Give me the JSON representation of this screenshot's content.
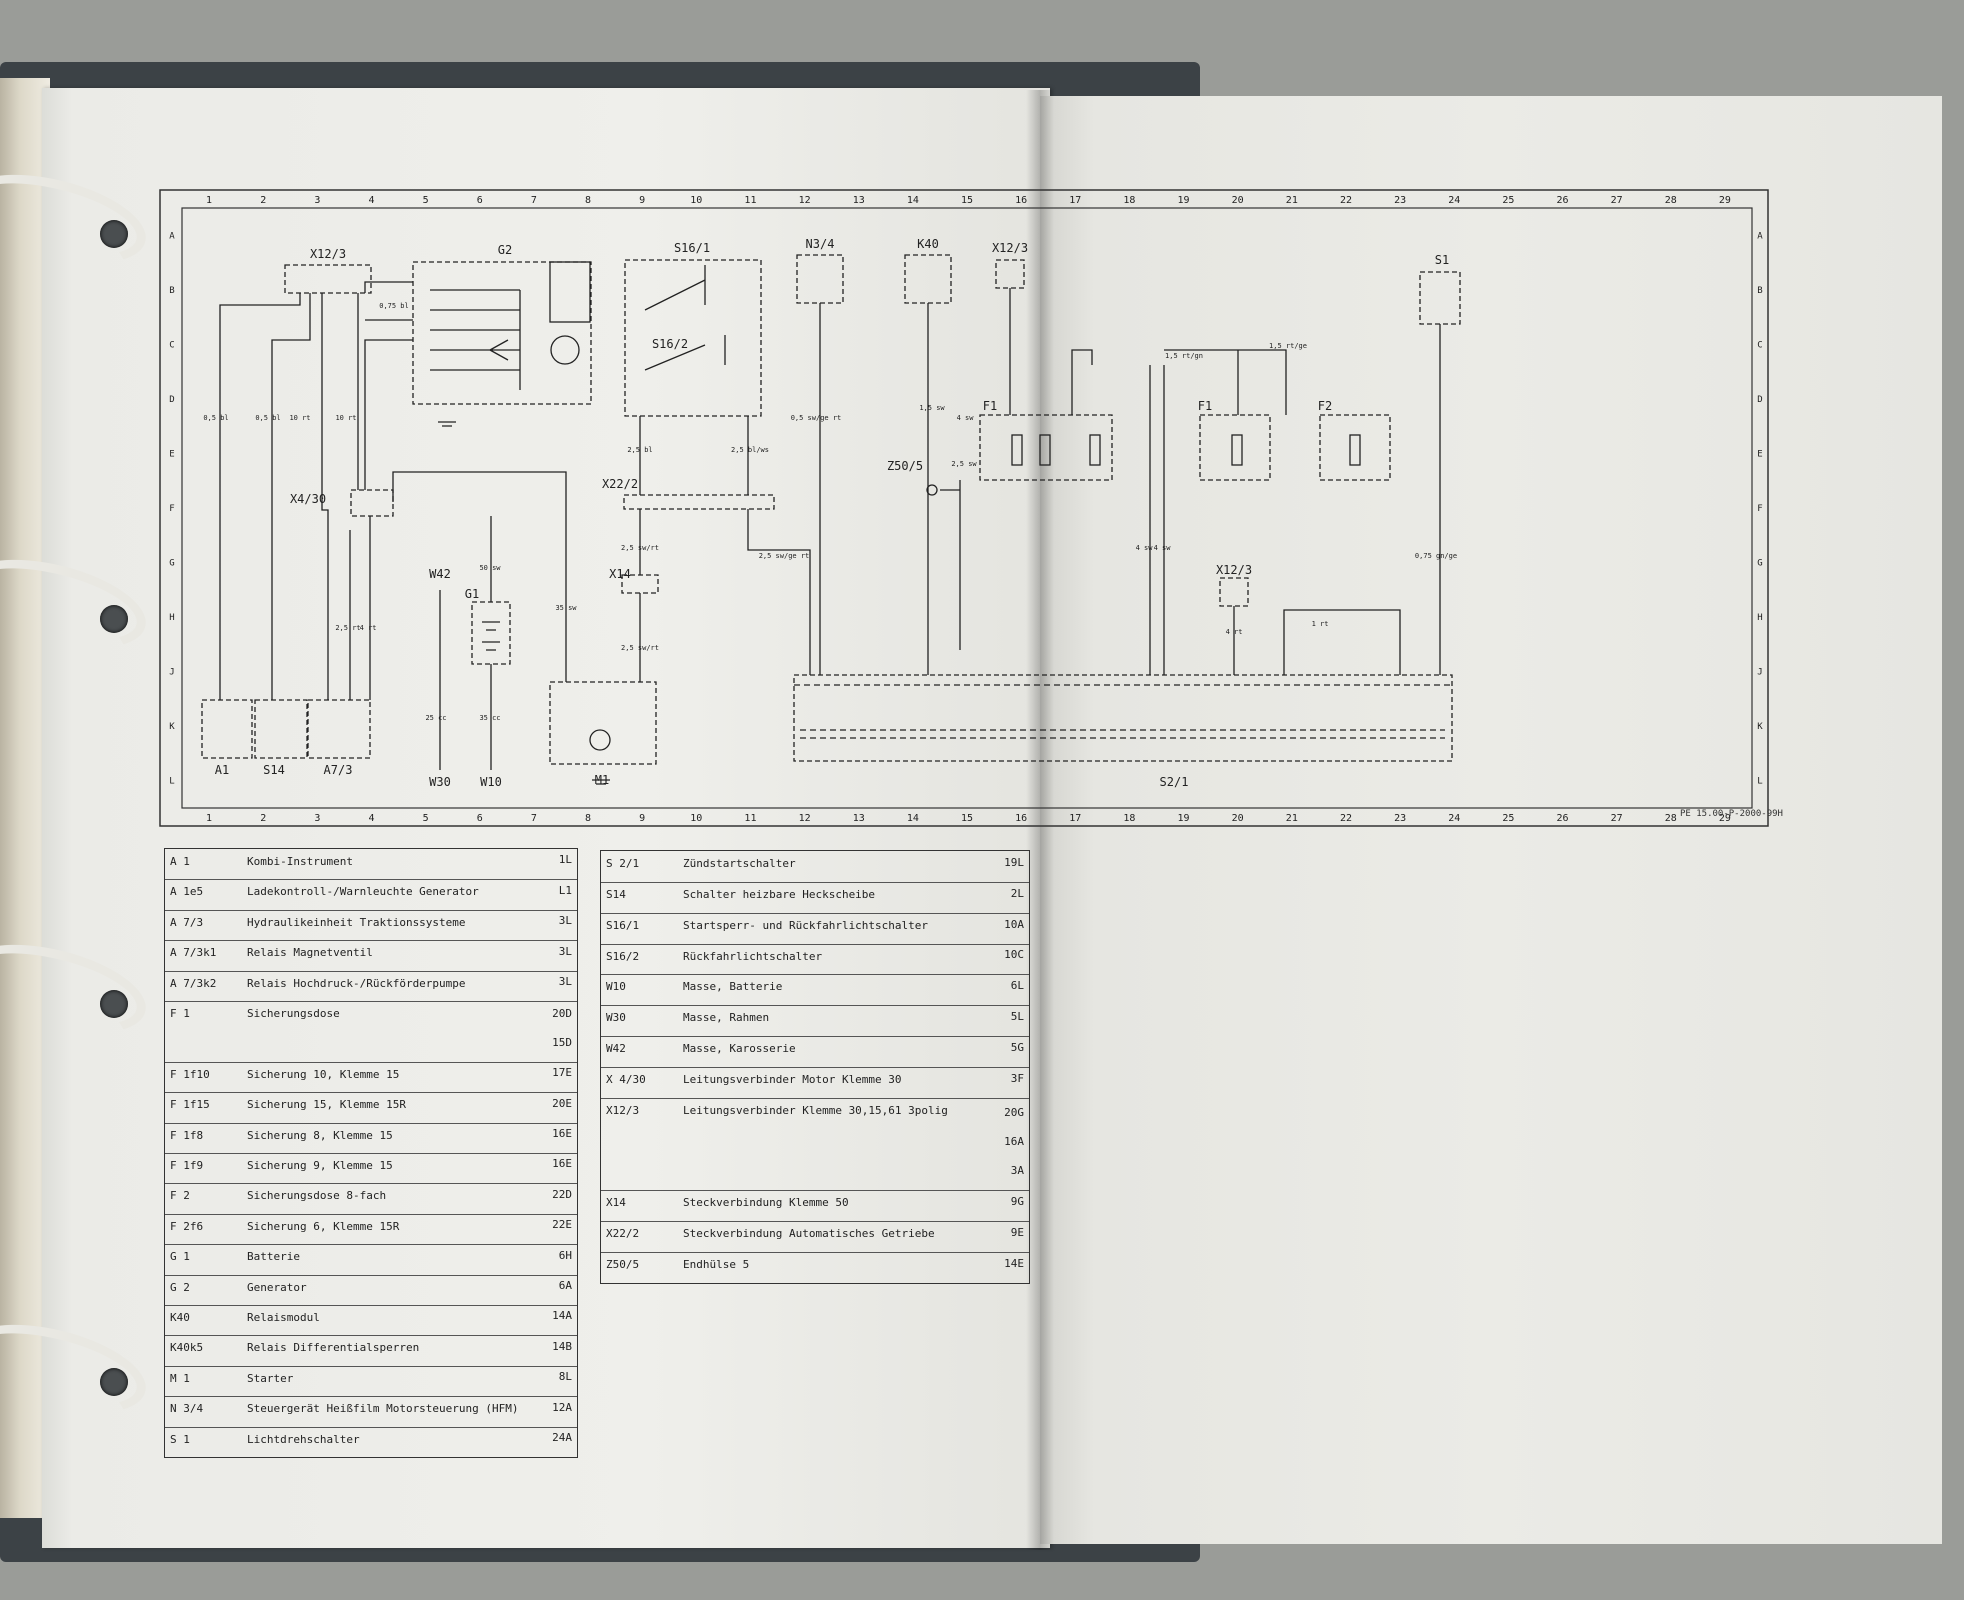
{
  "diagram": {
    "doc_code": "PE 15.00-P-2000-99H",
    "top_numbers": [
      "1",
      "2",
      "3",
      "4",
      "5",
      "6",
      "7",
      "8",
      "9",
      "10",
      "11",
      "12",
      "13",
      "14",
      "15",
      "16",
      "17",
      "18",
      "19",
      "20",
      "21",
      "22",
      "23",
      "24",
      "25",
      "26",
      "27",
      "28",
      "29"
    ],
    "side_letters": [
      "A",
      "B",
      "C",
      "D",
      "E",
      "F",
      "G",
      "H",
      "J",
      "K",
      "L"
    ],
    "components": [
      {
        "label": "X12/3"
      },
      {
        "label": "G2"
      },
      {
        "label": "S16/1"
      },
      {
        "label": "S16/2"
      },
      {
        "label": "N3/4"
      },
      {
        "label": "K40"
      },
      {
        "label": "X12/3"
      },
      {
        "label": "S1"
      },
      {
        "label": "F1"
      },
      {
        "label": "F1"
      },
      {
        "label": "F2"
      },
      {
        "label": "Z50/5"
      },
      {
        "label": "X22/2"
      },
      {
        "label": "X14"
      },
      {
        "label": "X4/30"
      },
      {
        "label": "W42"
      },
      {
        "label": "G1"
      },
      {
        "label": "X12/3"
      },
      {
        "label": "A1"
      },
      {
        "label": "S14"
      },
      {
        "label": "A7/3"
      },
      {
        "label": "W30"
      },
      {
        "label": "W10"
      },
      {
        "label": "M1"
      },
      {
        "label": "S2/1"
      }
    ],
    "wire_labels": [
      "0,5 bl",
      "0,5 bl",
      "10 rt",
      "10 rt",
      "0,75 bl",
      "2,5 bl",
      "2,5 bl/ws",
      "0,5 sw/ge rt",
      "1,5 sw",
      "4 sw",
      "2,5 sw",
      "1,5 rt/ge",
      "0,75 gn/ge",
      "2,5 sw/rt",
      "2,5 sw/rt",
      "50 sw",
      "35 sw",
      "25 cc",
      "35 cc",
      "4 rt",
      "2,5 rt",
      "4 sw",
      "4 sw",
      "1,5 rt/gn",
      "4 rt",
      "1 rt",
      "2,5 sw/ge rt"
    ]
  },
  "legend_left": [
    {
      "code": "A 1",
      "desc": "Kombi-Instrument",
      "refs": [
        "1L"
      ]
    },
    {
      "code": "A 1e5",
      "desc": "Ladekontroll-/Warnleuchte Generator",
      "refs": [
        "L1"
      ]
    },
    {
      "code": "A 7/3",
      "desc": "Hydraulikeinheit Traktionssysteme",
      "refs": [
        "3L"
      ]
    },
    {
      "code": "A 7/3k1",
      "desc": "Relais Magnetventil",
      "refs": [
        "3L"
      ]
    },
    {
      "code": "A 7/3k2",
      "desc": "Relais Hochdruck-/Rückförderpumpe",
      "refs": [
        "3L"
      ]
    },
    {
      "code": "F 1",
      "desc": "Sicherungsdose",
      "refs": [
        "20D",
        "15D"
      ]
    },
    {
      "code": "F 1f10",
      "desc": "Sicherung 10, Klemme 15",
      "refs": [
        "17E"
      ]
    },
    {
      "code": "F 1f15",
      "desc": "Sicherung 15, Klemme 15R",
      "refs": [
        "20E"
      ]
    },
    {
      "code": "F 1f8",
      "desc": "Sicherung 8, Klemme 15",
      "refs": [
        "16E"
      ]
    },
    {
      "code": "F 1f9",
      "desc": "Sicherung 9, Klemme 15",
      "refs": [
        "16E"
      ]
    },
    {
      "code": "F 2",
      "desc": "Sicherungsdose 8-fach",
      "refs": [
        "22D"
      ]
    },
    {
      "code": "F 2f6",
      "desc": "Sicherung 6, Klemme 15R",
      "refs": [
        "22E"
      ]
    },
    {
      "code": "G 1",
      "desc": "Batterie",
      "refs": [
        "6H"
      ]
    },
    {
      "code": "G 2",
      "desc": "Generator",
      "refs": [
        "6A"
      ]
    },
    {
      "code": "K40",
      "desc": "Relaismodul",
      "refs": [
        "14A"
      ]
    },
    {
      "code": "K40k5",
      "desc": "Relais Differentialsperren",
      "refs": [
        "14B"
      ]
    },
    {
      "code": "M 1",
      "desc": "Starter",
      "refs": [
        "8L"
      ]
    },
    {
      "code": "N 3/4",
      "desc": "Steuergerät Heißfilm Motorsteuerung (HFM)",
      "refs": [
        "12A"
      ]
    },
    {
      "code": "S 1",
      "desc": "Lichtdrehschalter",
      "refs": [
        "24A"
      ]
    }
  ],
  "legend_right": [
    {
      "code": "S 2/1",
      "desc": "Zündstartschalter",
      "refs": [
        "19L"
      ]
    },
    {
      "code": "S14",
      "desc": "Schalter heizbare Heckscheibe",
      "refs": [
        "2L"
      ]
    },
    {
      "code": "S16/1",
      "desc": "Startsperr- und Rückfahrlichtschalter",
      "refs": [
        "10A"
      ]
    },
    {
      "code": "S16/2",
      "desc": "Rückfahrlichtschalter",
      "refs": [
        "10C"
      ]
    },
    {
      "code": "W10",
      "desc": "Masse, Batterie",
      "refs": [
        "6L"
      ]
    },
    {
      "code": "W30",
      "desc": "Masse, Rahmen",
      "refs": [
        "5L"
      ]
    },
    {
      "code": "W42",
      "desc": "Masse, Karosserie",
      "refs": [
        "5G"
      ]
    },
    {
      "code": "X 4/30",
      "desc": "Leitungsverbinder Motor Klemme 30",
      "refs": [
        "3F"
      ]
    },
    {
      "code": "X12/3",
      "desc": "Leitungsverbinder Klemme 30,15,61  3polig",
      "refs": [
        "20G",
        "16A",
        "3A"
      ]
    },
    {
      "code": "X14",
      "desc": "Steckverbindung Klemme 50",
      "refs": [
        "9G"
      ]
    },
    {
      "code": "X22/2",
      "desc": "Steckverbindung Automatisches Getriebe",
      "refs": [
        "9E"
      ]
    },
    {
      "code": "Z50/5",
      "desc": "Endhülse 5",
      "refs": [
        "14E"
      ]
    }
  ]
}
